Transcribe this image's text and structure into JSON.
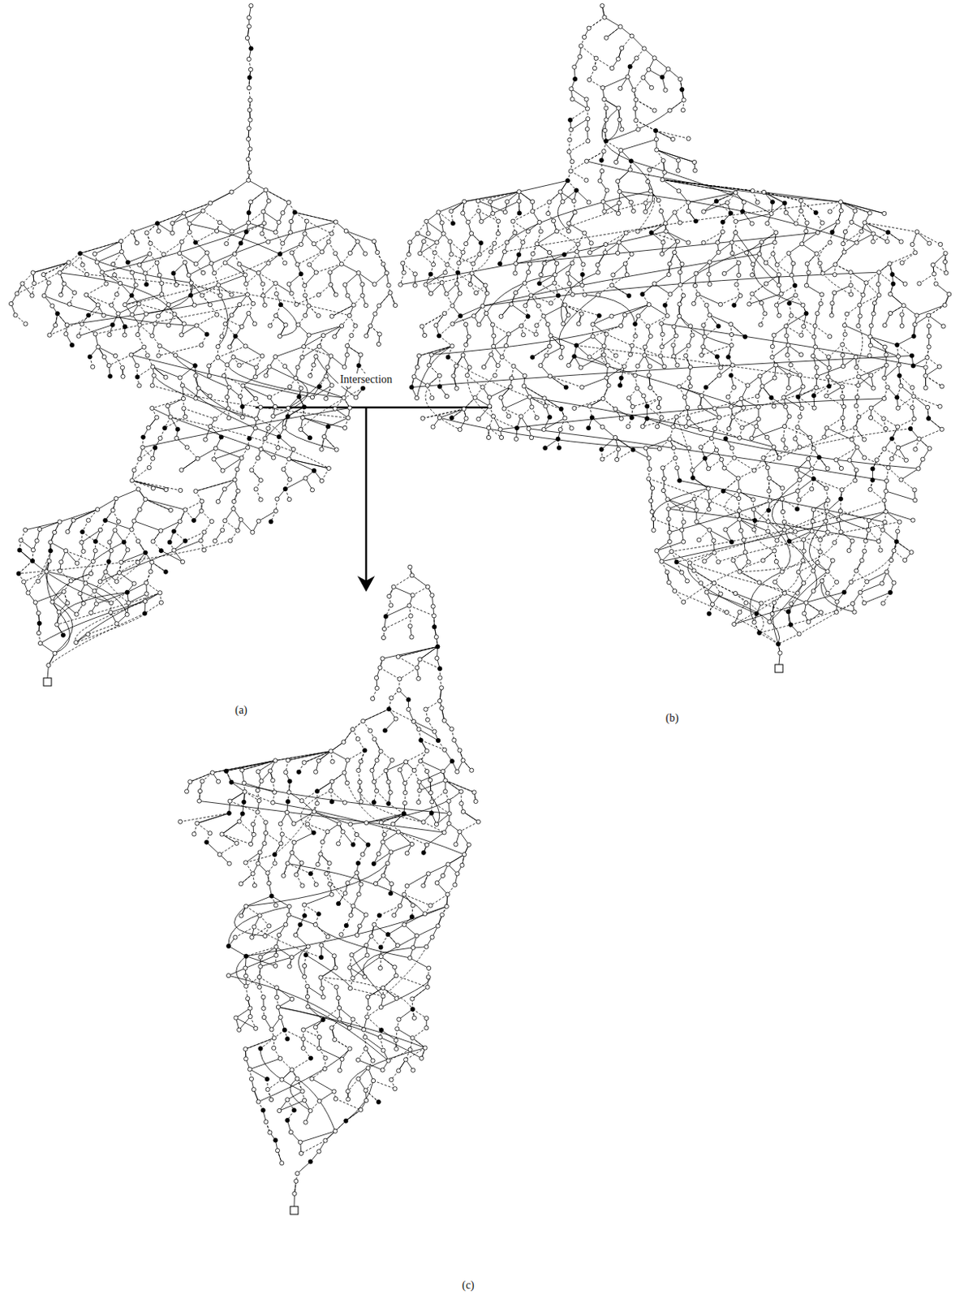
{
  "diagram": {
    "labels": [
      "Intersection",
      "(a)",
      "(b)",
      "(c)"
    ]
  }
}
